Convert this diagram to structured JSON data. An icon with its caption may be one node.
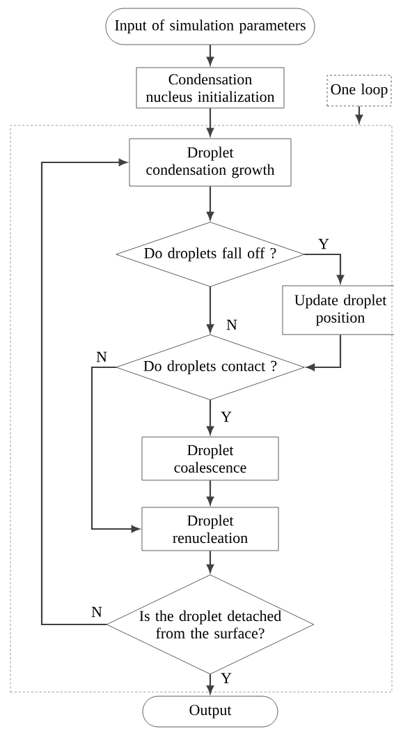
{
  "diagram": {
    "nodes": [
      {
        "text": [
          "Input of simulation parameters"
        ]
      },
      {
        "text": [
          "Condensation nucleus initialization"
        ]
      },
      {
        "text": [
          "One loop"
        ]
      },
      {
        "text": [],
        "shape": "box"
      },
      {
        "text": [
          "Droplet condensation growth"
        ],
        "in": 3
      },
      {
        "text": [
          "Do droplets fall off ?"
        ],
        "in": 3
      },
      {
        "text": [
          "Update droplet position"
        ],
        "in": 3
      },
      {
        "text": [
          "Do droplets contact ?"
        ],
        "in": 3
      },
      {
        "text": [
          "Droplet coalescence"
        ],
        "in": 3
      },
      {
        "text": [
          "Droplet renucleation"
        ],
        "in": 3
      },
      {
        "text": [
          "Is the droplet detached from the surface?"
        ],
        "in": 3
      },
      {
        "text": [
          "Output"
        ]
      }
    ],
    "edges": [
      {
        "from": 0,
        "to": 1,
        "arrow": "to"
      },
      {
        "from": 1,
        "to": 4,
        "arrow": "to"
      },
      {
        "from": 2,
        "to": 3,
        "arrow": "to"
      },
      {
        "from": 4,
        "to": 5,
        "arrow": "to"
      },
      {
        "from": 5,
        "to": 6,
        "arrow": "to",
        "label": "Y"
      },
      {
        "from": 5,
        "to": 7,
        "arrow": "to",
        "label": "N"
      },
      {
        "from": 6,
        "to": 7,
        "arrow": "to"
      },
      {
        "from": 7,
        "to": 8,
        "arrow": "to",
        "label": "Y"
      },
      {
        "from": 7,
        "to": 9,
        "arrow": "to",
        "label": "N"
      },
      {
        "from": 8,
        "to": 9,
        "arrow": "to"
      },
      {
        "from": 9,
        "to": 10,
        "arrow": "to"
      },
      {
        "from": 10,
        "to": 4,
        "arrow": "to",
        "label": "N"
      },
      {
        "from": 10,
        "to": 11,
        "arrow": "to",
        "label": "Y"
      }
    ]
  }
}
